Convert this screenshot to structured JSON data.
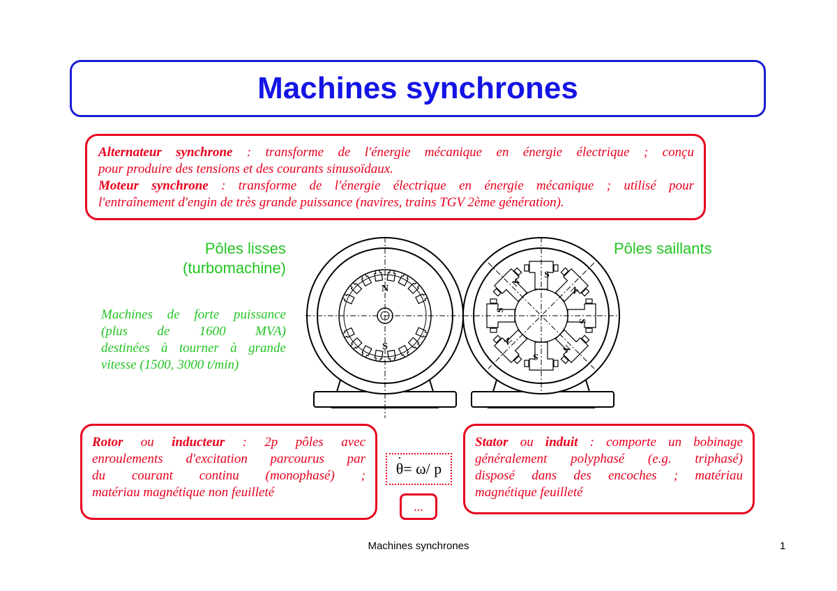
{
  "title": "Machines synchrones",
  "intro": {
    "alt_term": "Alternateur synchrone",
    "alt_text_1": " : transforme de l'énergie mécanique en énergie électrique ; conçu",
    "alt_text_2": "pour produire des tensions et des courants sinusoïdaux.",
    "mot_term": "Moteur synchrone",
    "mot_text_1": " : transforme de l'énergie électrique en énergie mécanique ; utilisé pour",
    "mot_text_2": "l'entraînement d'engin de très grande puissance (navires, trains TGV 2ème génération)."
  },
  "left_label": {
    "line1": "Pôles lisses",
    "line2": "(turbomachine)"
  },
  "right_label": "Pôles saillants",
  "left_desc": {
    "line1": "Machines de forte puissance",
    "line2": "(plus de 1600 MVA)",
    "line3": "destinées à tourner à grande",
    "line4": "vitesse (1500, 3000 t/min)"
  },
  "rotor": {
    "term1": "Rotor",
    "mid": " ou ",
    "term2": "inducteur",
    "text_1": " : 2p pôles avec",
    "text_2": "enroulements d'excitation parcourus par",
    "text_3": "du courant continu (monophasé) ;",
    "text_4": "matériau magnétique non feuilleté"
  },
  "stator": {
    "term1": "Stator",
    "mid": " ou ",
    "term2": "induit",
    "text_1": " : comporte un bobinage",
    "text_2": "généralement polyphasé (e.g. triphasé)",
    "text_3": "disposé dans des encoches ; matériau",
    "text_4": "magnétique feuilleté"
  },
  "formula": {
    "lhs": "θ",
    "rest": " = ω/ p"
  },
  "more_button": "...",
  "pole_letters": {
    "north": "N",
    "south": "S"
  },
  "footer": {
    "title": "Machines synchrones",
    "page": "1"
  },
  "colors": {
    "title_blue": "#1414e6",
    "red": "#e8001e",
    "green": "#22c422"
  }
}
